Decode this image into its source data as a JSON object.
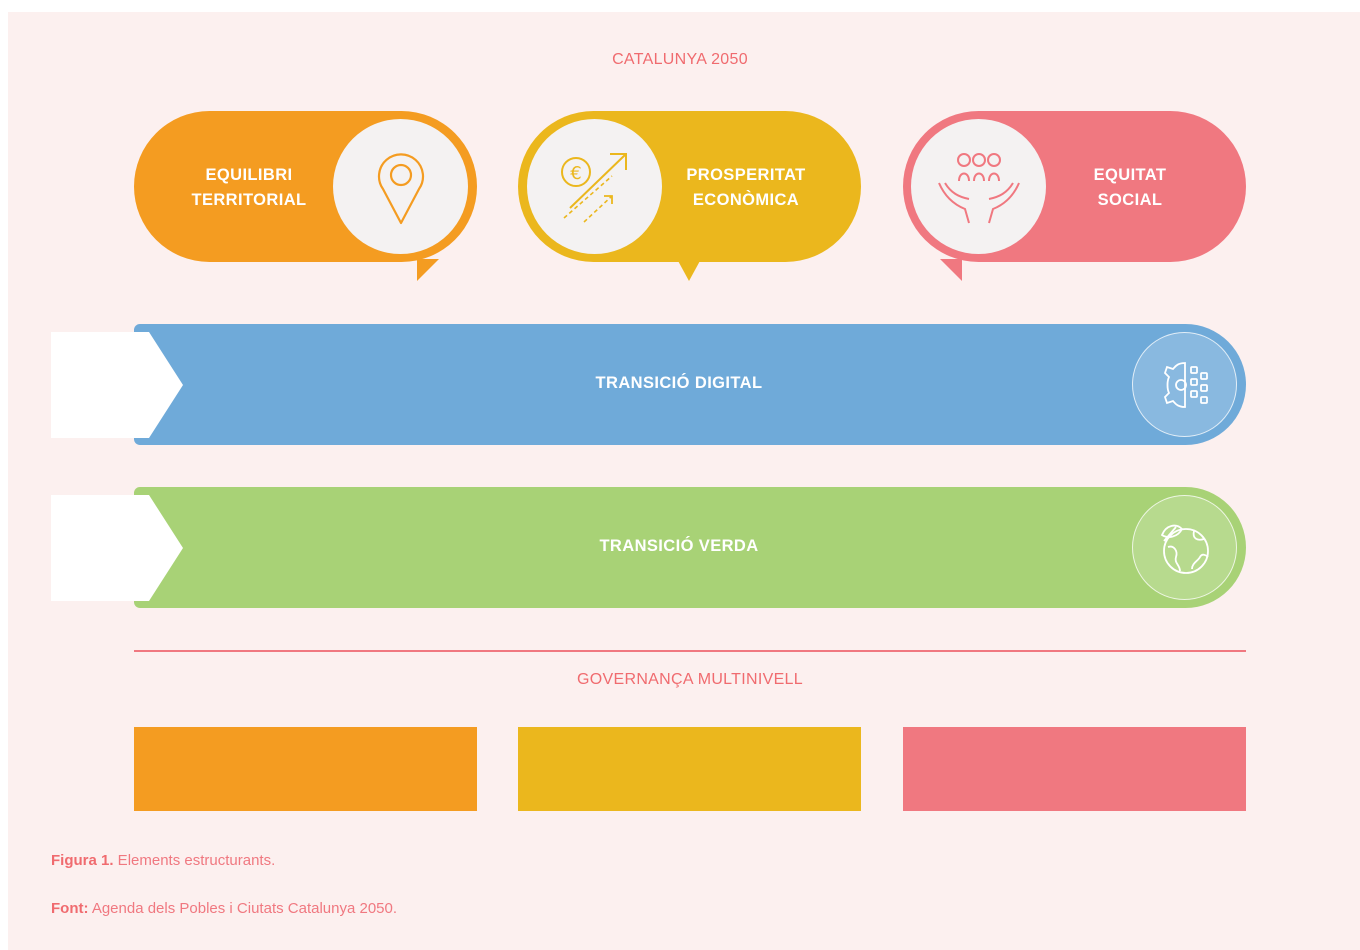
{
  "title": "CATALUNYA 2050",
  "pillars": [
    {
      "line1": "EQUILIBRI",
      "line2": "TERRITORIAL",
      "icon": "location-pin-icon",
      "color": "#f49c21"
    },
    {
      "line1": "PROSPERITAT",
      "line2": "ECONÒMICA",
      "icon": "euro-growth-icon",
      "color": "#ebb71d"
    },
    {
      "line1": "EQUITAT",
      "line2": "SOCIAL",
      "icon": "people-hands-icon",
      "color": "#f07880"
    }
  ],
  "transitions": [
    {
      "label": "TRANSICIÓ DIGITAL",
      "icon": "digital-gear-icon",
      "color": "#6faad9"
    },
    {
      "label": "TRANSICIÓ VERDA",
      "icon": "green-globe-icon",
      "color": "#a8d276"
    }
  ],
  "governance": "GOVERNANÇA MULTINIVELL",
  "caption": {
    "figure_label": "Figura 1.",
    "figure_text": " Elements estructurants.",
    "source_label": "Font:",
    "source_text": " Agenda dels Pobles i Ciutats Catalunya 2050."
  }
}
